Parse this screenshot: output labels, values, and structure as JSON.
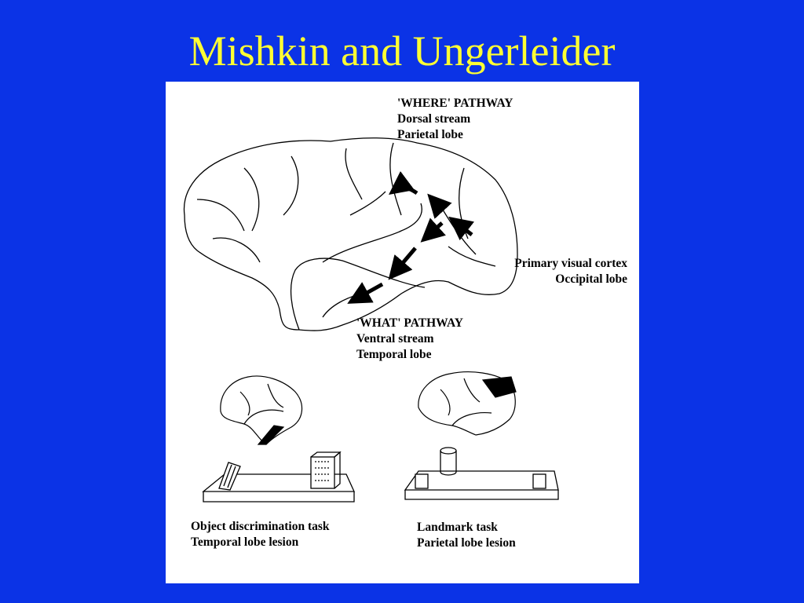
{
  "title": "Mishkin and Ungerleider",
  "figure": {
    "where_pathway": {
      "heading": "'WHERE' PATHWAY",
      "line1": "Dorsal stream",
      "line2": "Parietal lobe"
    },
    "primary_visual": {
      "line1": "Primary visual cortex",
      "line2": "Occipital lobe"
    },
    "what_pathway": {
      "heading": "'WHAT' PATHWAY",
      "line1": "Ventral stream",
      "line2": "Temporal lobe"
    },
    "task_left": {
      "line1": "Object discrimination task",
      "line2": "Temporal lobe lesion"
    },
    "task_right": {
      "line1": "Landmark task",
      "line2": "Parietal lobe lesion"
    }
  }
}
